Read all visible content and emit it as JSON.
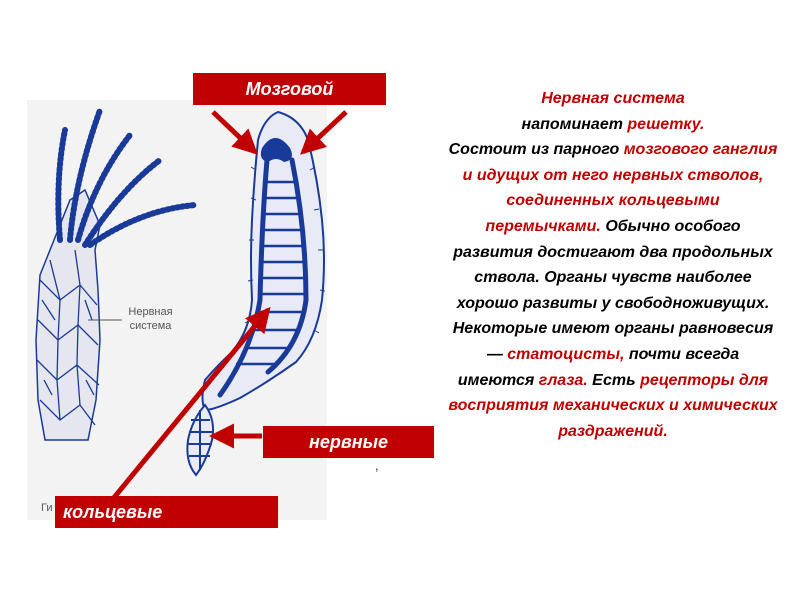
{
  "labels": {
    "brain": "Мозговой",
    "nerve": "нервные",
    "ring": "кольцевые"
  },
  "hydra_caption": {
    "line1": "Нервная",
    "line2": "система"
  },
  "figure_fragment": "Ги",
  "stray_mark": ",",
  "text": {
    "p1": "Нервная система",
    "p2": "напоминает ",
    "p3": "решетку.",
    "p4": "Состоит из парного",
    "p5": "мозгового ганглия и идущих от него нервных стволов, соединенных кольцевыми перемычками.",
    "p6": "Обычно особого развития достигают два продольных ствола. Органы чувств наиболее хорошо развиты у свободноживущих. Некоторые имеют органы равновесия — ",
    "p7": "статоцисты,",
    "p8": " почти всегда имеются ",
    "p9": "глаза.",
    "p10": "Есть ",
    "p11": "рецепторы для восприятия механических и химических раздражений.",
    "p12": ""
  },
  "colors": {
    "accent": "#c00000",
    "nerve_blue": "#1a3a9a",
    "panel": "#f3f3f3"
  }
}
